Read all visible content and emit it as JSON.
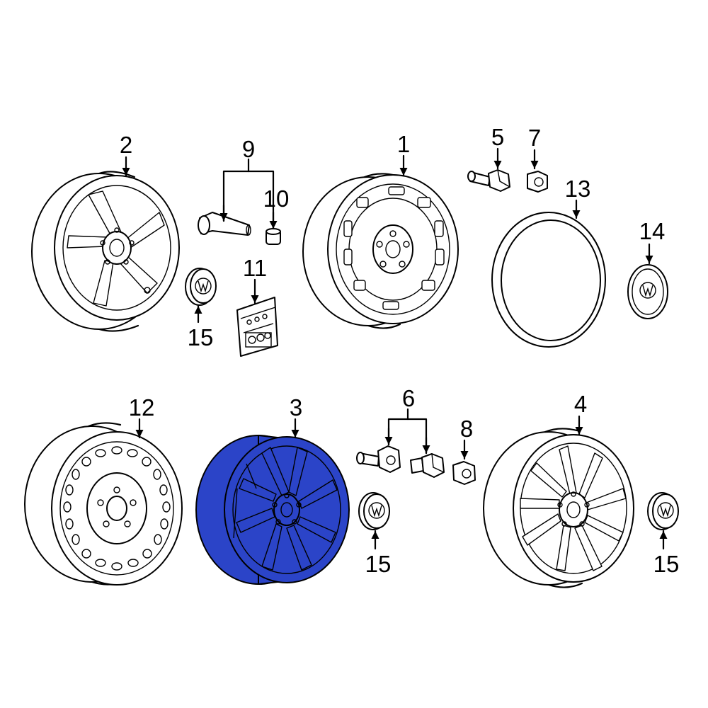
{
  "labels": {
    "p1": "1",
    "p2": "2",
    "p3": "3",
    "p4": "4",
    "p5": "5",
    "p6": "6",
    "p7": "7",
    "p8": "8",
    "p9": "9",
    "p10": "10",
    "p11": "11",
    "p12": "12",
    "p13": "13",
    "p14": "14",
    "p15a": "15",
    "p15b": "15",
    "p15c": "15"
  },
  "colors": {
    "highlight": "#2b44c8",
    "line": "#000000",
    "background": "#ffffff"
  },
  "highlighted_part": "3"
}
